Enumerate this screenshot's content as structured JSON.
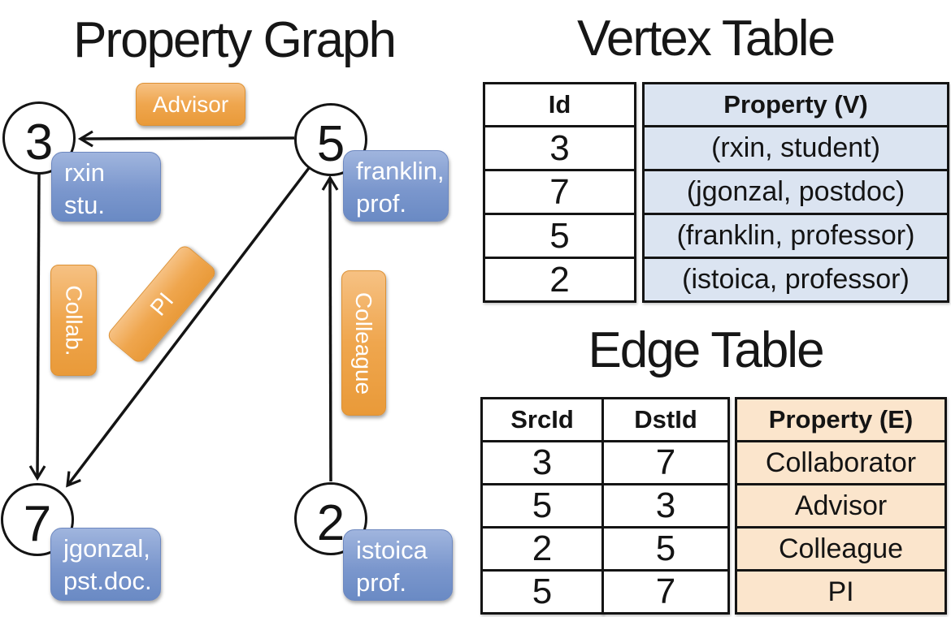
{
  "graph": {
    "title": "Property Graph",
    "nodes": [
      {
        "id": "3",
        "line1": "rxin",
        "line2": "stu."
      },
      {
        "id": "5",
        "line1": "franklin,",
        "line2": "prof."
      },
      {
        "id": "7",
        "line1": "jgonzal,",
        "line2": "pst.doc."
      },
      {
        "id": "2",
        "line1": "istoica",
        "line2": "prof."
      }
    ],
    "edge_labels": {
      "advisor": "Advisor",
      "collab": "Collab.",
      "pi": "PI",
      "colleague": "Colleague"
    }
  },
  "vertex_table": {
    "title": "Vertex Table",
    "headers": {
      "id": "Id",
      "property": "Property (V)"
    },
    "rows": [
      {
        "id": "3",
        "property": "(rxin, student)"
      },
      {
        "id": "7",
        "property": "(jgonzal, postdoc)"
      },
      {
        "id": "5",
        "property": "(franklin, professor)"
      },
      {
        "id": "2",
        "property": "(istoica, professor)"
      }
    ]
  },
  "edge_table": {
    "title": "Edge Table",
    "headers": {
      "src": "SrcId",
      "dst": "DstId",
      "property": "Property (E)"
    },
    "rows": [
      {
        "src": "3",
        "dst": "7",
        "property": "Collaborator"
      },
      {
        "src": "5",
        "dst": "3",
        "property": "Advisor"
      },
      {
        "src": "2",
        "dst": "5",
        "property": "Colleague"
      },
      {
        "src": "5",
        "dst": "7",
        "property": "PI"
      }
    ]
  },
  "colors": {
    "vertex_property_fill": "#dbe4f1",
    "edge_property_fill": "#fbe5cc",
    "node_box_blue": "#7b97cd",
    "edge_label_orange": "#efa64e",
    "line_black": "#141414"
  }
}
